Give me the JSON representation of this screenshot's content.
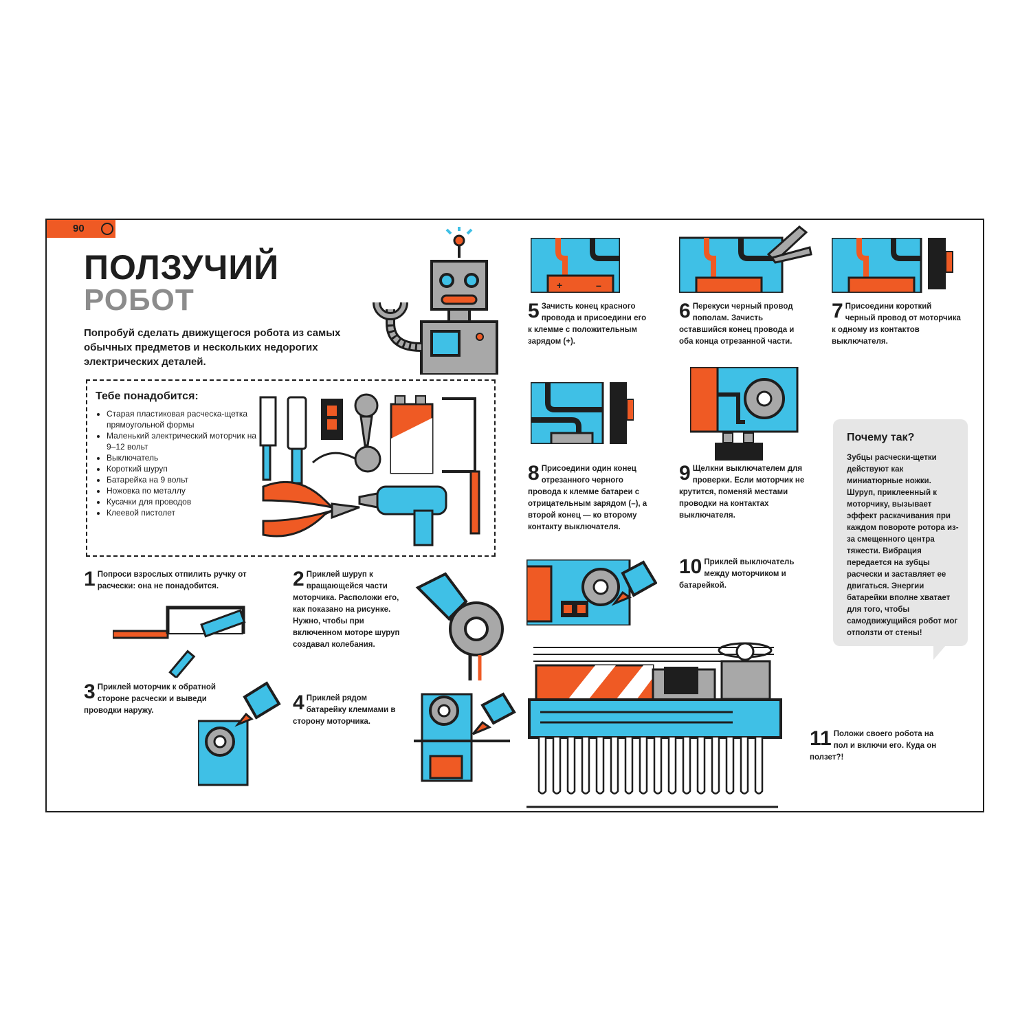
{
  "page": {
    "number": "90",
    "title_line1": "ПОЛЗУЧИЙ",
    "title_line2": "РОБОТ",
    "intro": "Попробуй сделать движущегося робота из самых обычных предметов и нескольких недорогих электрических деталей."
  },
  "needs": {
    "title": "Тебе понадобится:",
    "items": [
      "Старая пластиковая расческа-щетка прямоугольной формы",
      "Маленький электрический моторчик на 9–12 вольт",
      "Выключатель",
      "Короткий шуруп",
      "Батарейка на 9 вольт",
      "Ножовка по металлу",
      "Кусачки для проводов",
      "Клеевой пистолет"
    ]
  },
  "steps": [
    {
      "n": "1",
      "text": "Попроси взрослых отпилить ручку от расчески: она не понадобится."
    },
    {
      "n": "2",
      "text": "Приклей шуруп к вращающейся части моторчика. Расположи его, как показано на рисунке. Нужно, чтобы при включенном моторе шуруп создавал колебания."
    },
    {
      "n": "3",
      "text": "Приклей моторчик к обратной стороне расчески и выведи проводки наружу."
    },
    {
      "n": "4",
      "text": "Приклей рядом батарейку клеммами в сторону моторчика."
    },
    {
      "n": "5",
      "text": "Зачисть конец красного провода и присоедини его к клемме с положительным зарядом (+)."
    },
    {
      "n": "6",
      "text": "Перекуси черный провод пополам. Зачисть оставшийся конец провода и оба конца отрезанной части."
    },
    {
      "n": "7",
      "text": "Присоедини короткий черный провод от моторчика к одному из контактов выключателя."
    },
    {
      "n": "8",
      "text": "Присоедини один конец отрезанного черного провода к клемме батареи с отрицательным зарядом (–), а второй конец — ко второму контакту выключателя."
    },
    {
      "n": "9",
      "text": "Щелкни выключателем для проверки. Если моторчик не крутится, поменяй местами проводки на контактах выключателя."
    },
    {
      "n": "10",
      "text": "Приклей выключатель между моторчиком и батарейкой."
    },
    {
      "n": "11",
      "text": "Положи своего робота на пол и включи его. Куда он ползет?!"
    }
  ],
  "why": {
    "title": "Почему так?",
    "text": "Зубцы расчески-щетки действуют как миниатюрные ножки. Шуруп, приклеенный к моторчику, вызывает эффект раскачивания при каждом повороте ротора из-за смещенного центра тяжести. Вибрация передается на зубцы расчески и заставляет ее двигаться. Энергии батарейки вполне хватает для того, чтобы самодвижущийся робот мог отползти от стены!"
  },
  "battery_labels": {
    "plus": "+",
    "minus": "–"
  },
  "colors": {
    "orange": "#ef5a24",
    "blue": "#3fc0e6",
    "dark": "#1e1e1e",
    "gray": "#a8a8a8",
    "light_gray": "#e6e6e6"
  }
}
